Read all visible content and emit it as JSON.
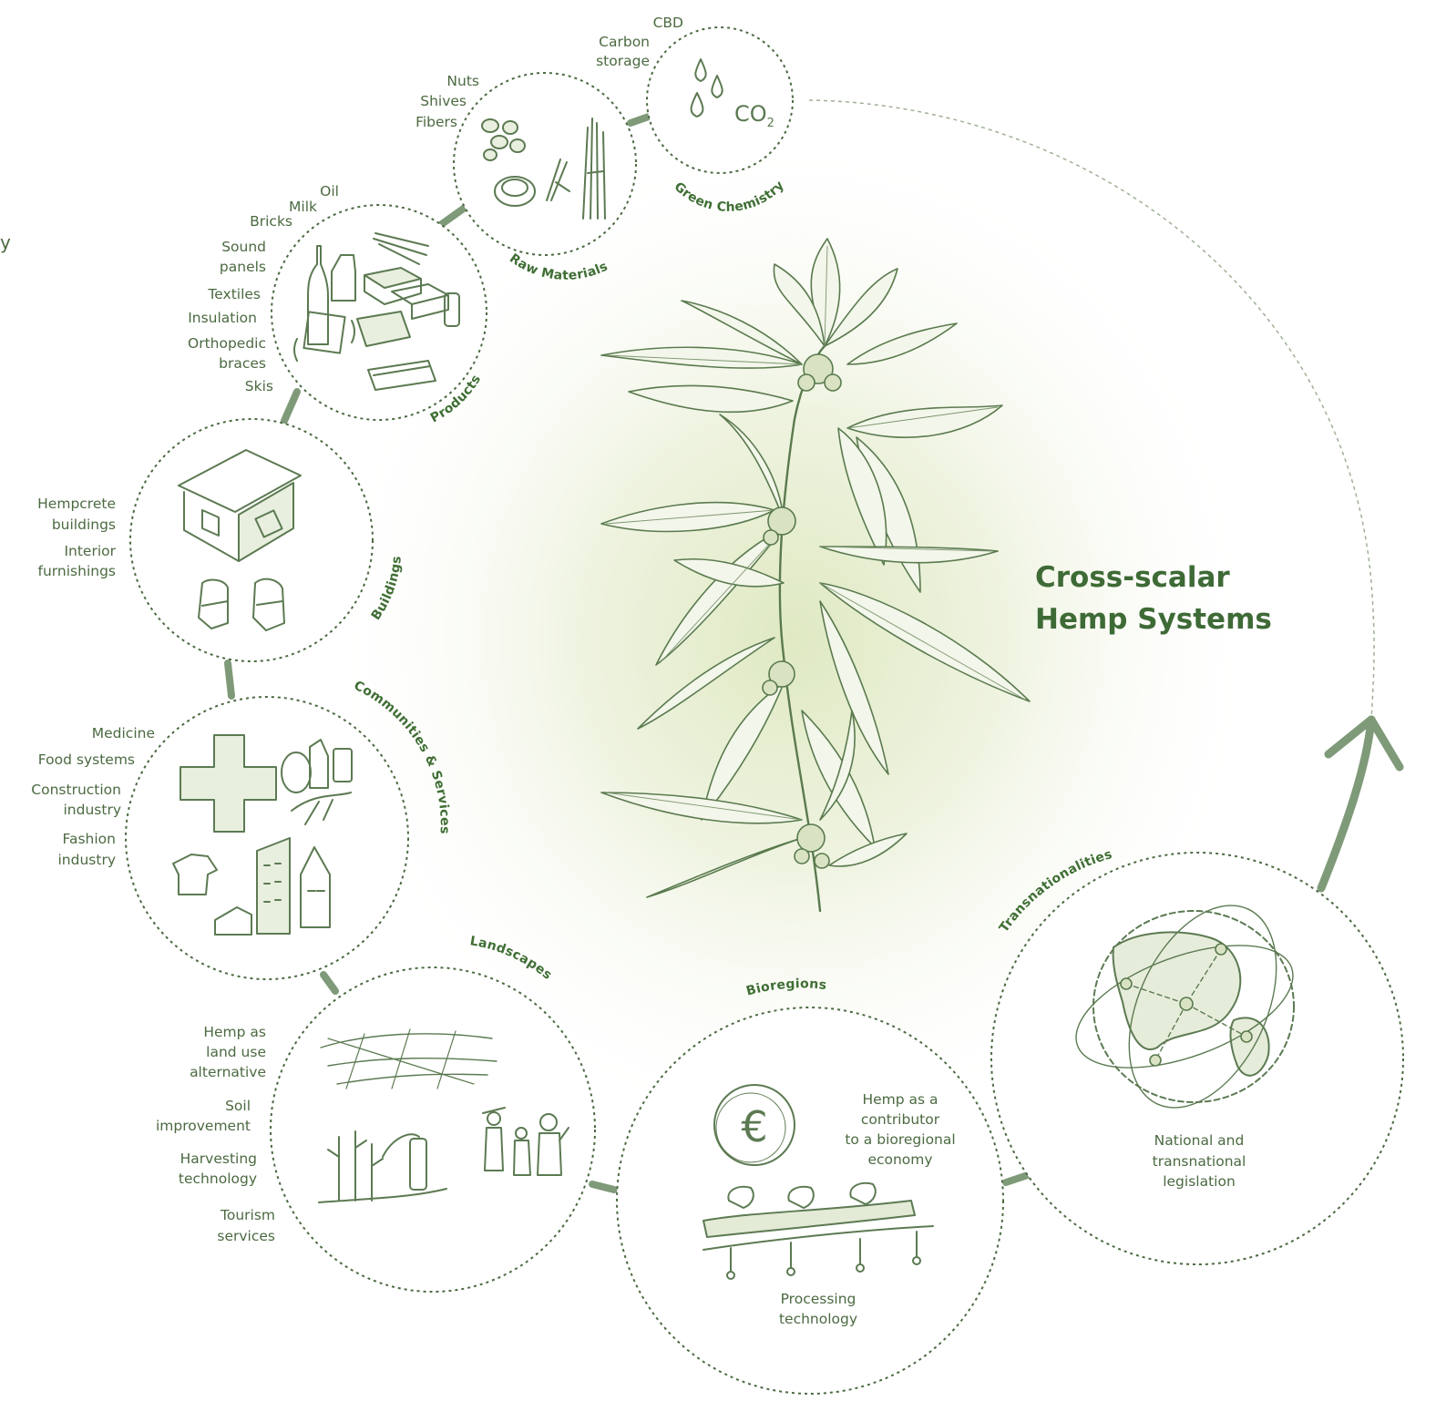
{
  "title": "Cross-scalar\nHemp Systems",
  "title_lines": [
    "Cross-scalar",
    "Hemp Systems"
  ],
  "edge_fragment": "y",
  "colors": {
    "text": "#4c6a42",
    "title": "#3e6a36",
    "ring_label": "#3f6e34",
    "connector": "#7f9a78",
    "glow": "#dfe9c2"
  },
  "nodes": [
    {
      "id": "green-chemistry",
      "name": "Green Chemistry",
      "icon": "drops-co2-icon",
      "icon_text": "CO",
      "icon_sub": "2",
      "labels": [
        "CBD",
        "Carbon",
        "storage"
      ]
    },
    {
      "id": "raw-materials",
      "name": "Raw Materials",
      "icon": "nuts-fibers-icon",
      "labels": [
        "Nuts",
        "Shives",
        "Fibers"
      ]
    },
    {
      "id": "products",
      "name": "Products",
      "icon": "products-icon",
      "labels": [
        "Oil",
        "Milk",
        "Bricks",
        "Sound",
        "panels",
        "Textiles",
        "Insulation",
        "Orthopedic",
        "braces",
        "Skis"
      ]
    },
    {
      "id": "buildings",
      "name": "Buildings",
      "icon": "house-chairs-icon",
      "labels": [
        "Hempcrete",
        "buildings",
        "Interior",
        "furnishings"
      ]
    },
    {
      "id": "communities-services",
      "name": "Communities & Services",
      "icon": "community-icon",
      "labels": [
        "Medicine",
        "Food systems",
        "Construction",
        "industry",
        "Fashion",
        "industry"
      ]
    },
    {
      "id": "landscapes",
      "name": "Landscapes",
      "icon": "fields-people-icon",
      "labels": [
        "Hemp as",
        "land use",
        "alternative",
        "Soil",
        "improvement",
        "Harvesting",
        "technology",
        "Tourism",
        "services"
      ]
    },
    {
      "id": "bioregions",
      "name": "Bioregions",
      "icon": "euro-conveyor-icon",
      "icon_text": "€",
      "labels": [
        "Hemp as a",
        "contributor",
        "to a bioregional",
        "economy",
        "Processing",
        "technology"
      ]
    },
    {
      "id": "transnationalities",
      "name": "Transnationalities",
      "icon": "globe-network-icon",
      "labels": [
        "National and",
        "transnational",
        "legislation"
      ]
    }
  ],
  "center_icon": "hemp-plant-icon",
  "cycle_arrow": "cycle-arrow-icon"
}
